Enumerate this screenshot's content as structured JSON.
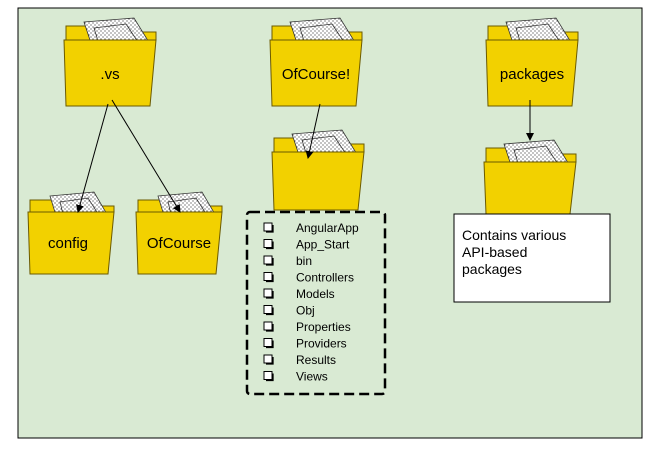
{
  "colors": {
    "background": "#d9ead3",
    "folder_fill": "#f2d100",
    "folder_stroke": "#6b5a00",
    "paper_fill": "#ffffff",
    "line": "#000000"
  },
  "folders": {
    "vs": ".vs",
    "config": "config",
    "ofcourse_sub": "OfCourse",
    "ofcourse_main": "OfCourse!",
    "packages": "packages"
  },
  "project_contents": [
    "AngularApp",
    "App_Start",
    "bin",
    "Controllers",
    "Models",
    "Obj",
    "Properties",
    "Providers",
    "Results",
    "Views"
  ],
  "note": {
    "lines": [
      "Contains various",
      "API-based",
      "packages"
    ]
  }
}
